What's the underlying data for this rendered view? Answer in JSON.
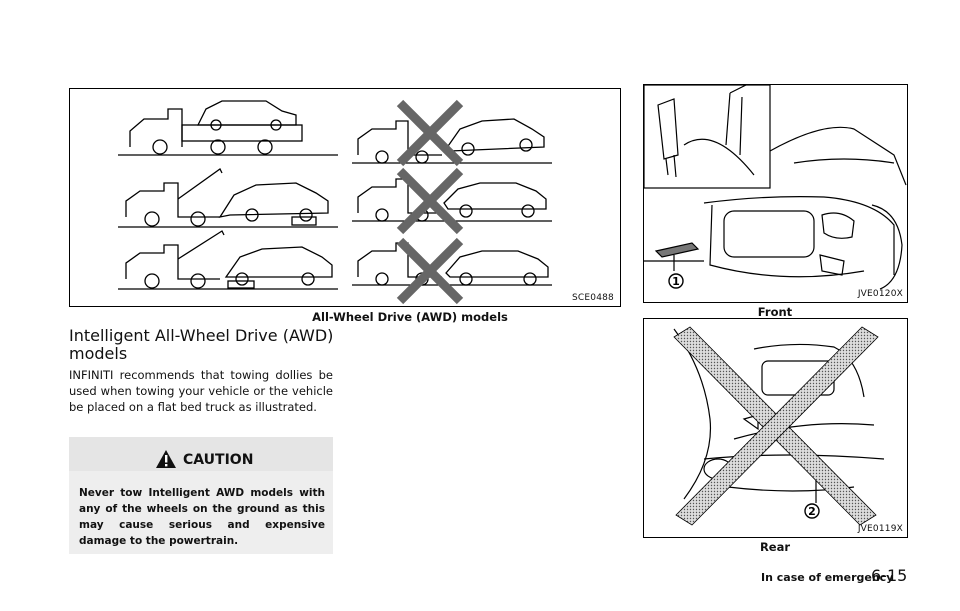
{
  "figures": {
    "awd": {
      "code": "SCE0488",
      "caption": "All-Wheel Drive (AWD) models"
    },
    "front": {
      "code": "JVE0120X",
      "caption": "Front",
      "callout": "1"
    },
    "rear": {
      "code": "JVE0119X",
      "caption": "Rear",
      "callout": "2"
    }
  },
  "section": {
    "heading": "Intelligent All-Wheel Drive (AWD) models",
    "paragraph": "INFINITI recommends that towing dollies be used when towing your vehicle or the vehicle be placed on a flat bed truck as illustrated."
  },
  "caution": {
    "title": "CAUTION",
    "text": "Never tow Intelligent AWD models with any of the wheels on the ground as this may cause serious and expensive damage to the powertrain."
  },
  "footer": {
    "label": "In case of emergency",
    "page": "6-15"
  },
  "colors": {
    "text": "#111111",
    "caution_bg": "#eeeeee",
    "caution_head_bg": "#e5e5e5",
    "line": "#000000"
  },
  "icons": {
    "caution": "warning-triangle-icon"
  }
}
